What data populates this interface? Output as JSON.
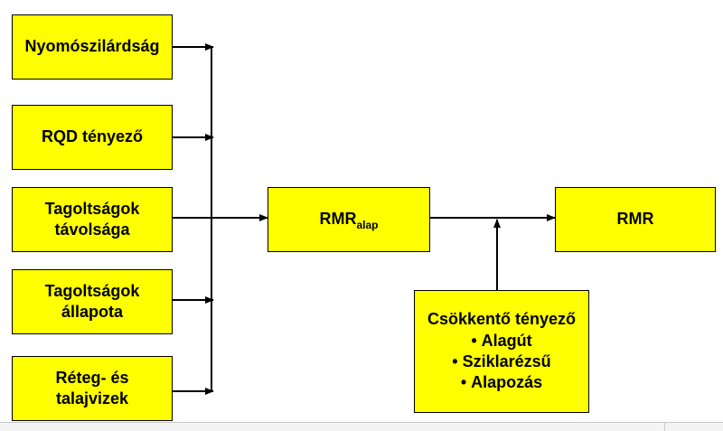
{
  "inputs": [
    {
      "id": "nyomo",
      "lines": [
        "Nyomószilárdság"
      ]
    },
    {
      "id": "rqd",
      "lines": [
        "RQD tényező"
      ]
    },
    {
      "id": "tav",
      "lines": [
        "Tagoltságok",
        "távolsága"
      ]
    },
    {
      "id": "all",
      "lines": [
        "Tagoltságok",
        "állapota"
      ]
    },
    {
      "id": "viz",
      "lines": [
        "Réteg- és",
        "talajvizek"
      ]
    }
  ],
  "rmr_alap": {
    "main": "RMR",
    "sub": "alap"
  },
  "rmr": {
    "label": "RMR"
  },
  "reduction": {
    "title": "Csökkentő tényező",
    "items": [
      "Alagút",
      "Sziklarézsű",
      "Alapozás"
    ]
  },
  "colors": {
    "box_fill": "#ffff00",
    "stroke": "#000000"
  }
}
